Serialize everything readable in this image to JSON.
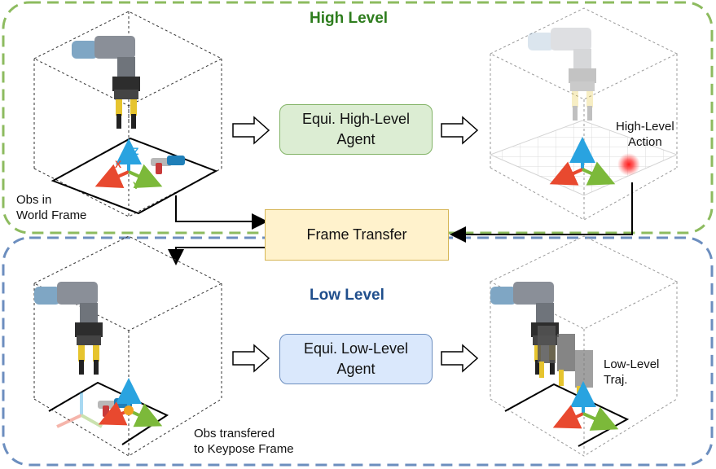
{
  "high_level": {
    "title": "High Level",
    "title_color": "#2e7d1e",
    "border_color": "#8dbb5f",
    "agent_label": "Equi. High-Level\nAgent",
    "agent_fill": "#dcedd3",
    "agent_border": "#82b366",
    "obs_label": "Obs in\nWorld Frame",
    "action_label": "High-Level\nAction"
  },
  "frame_transfer": {
    "label": "Frame Transfer",
    "fill": "#fff2cc",
    "border": "#d6b656"
  },
  "low_level": {
    "title": "Low Level",
    "title_color": "#1f4e8c",
    "border_color": "#6c8ebf",
    "agent_label": "Equi. Low-Level\nAgent",
    "agent_fill": "#dae8fc",
    "agent_border": "#6c8ebf",
    "obs_label": "Obs transfered\nto Keypose Frame",
    "traj_label": "Low-Level\nTraj."
  },
  "axes": {
    "x_label": "X",
    "y_label": "Y",
    "z_label": "Z",
    "x_color": "#e8492f",
    "y_color": "#7cb93a",
    "z_color": "#29a3e0"
  },
  "icons": [
    "robot-arm-icon",
    "drill-icon",
    "keypose-marker-icon",
    "hollow-arrow-icon"
  ]
}
